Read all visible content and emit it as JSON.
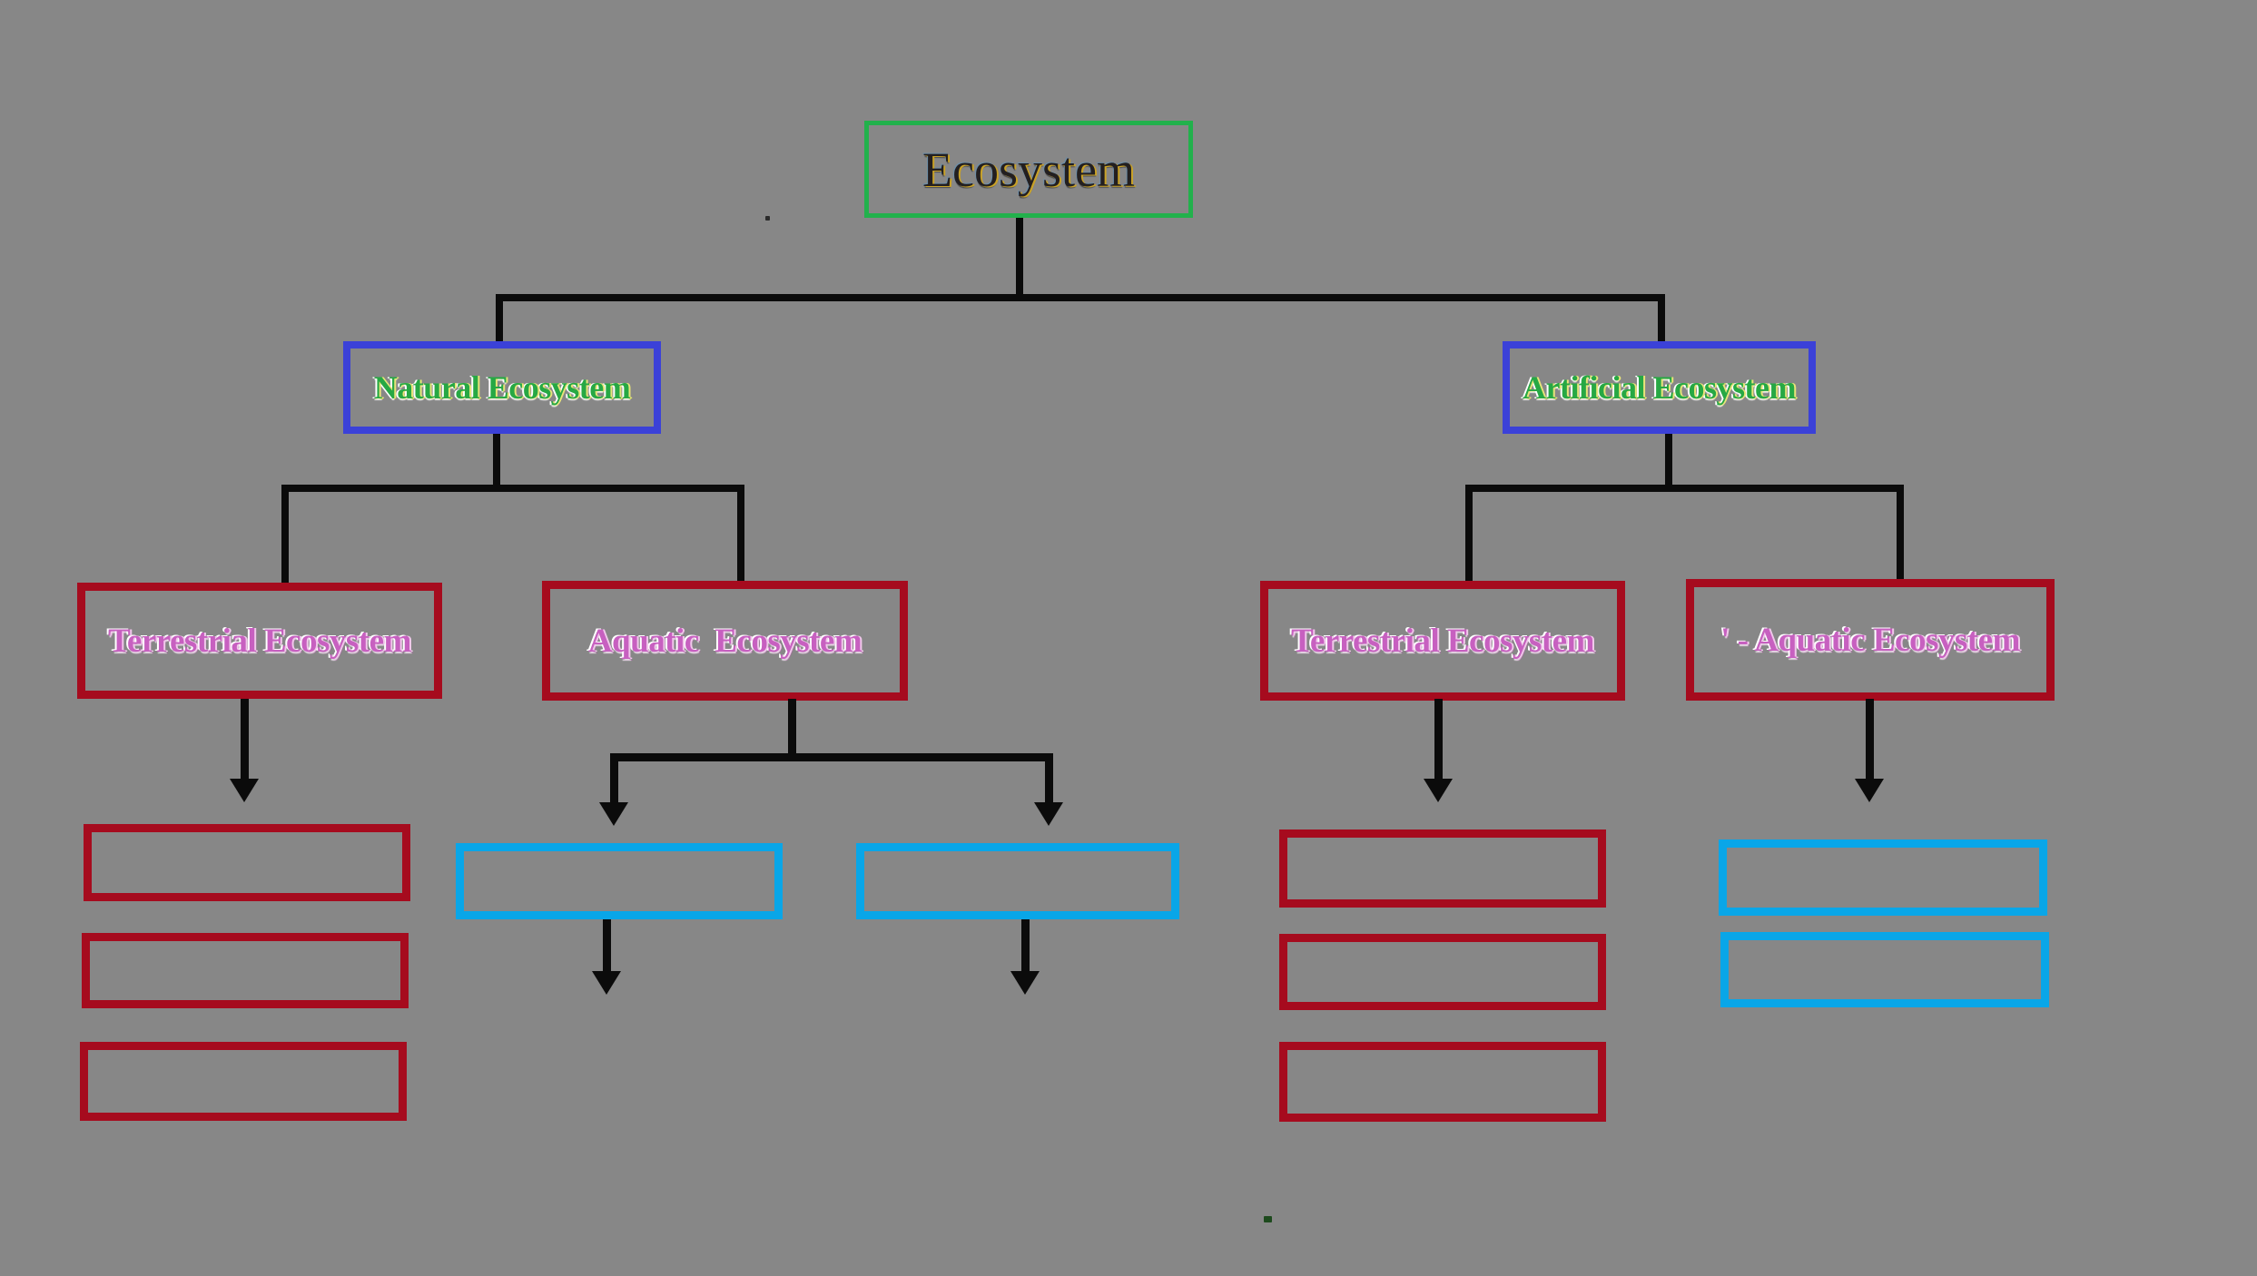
{
  "diagram": {
    "title": "Ecosystem Hierarchy Diagram",
    "background_color": "#878787",
    "palette": {
      "green_border": "#22b14c",
      "blue_border": "#3b41d8",
      "dark_red_border": "#a60b1e",
      "cyan_border": "#09a6e8",
      "connector": "#0b0b0b",
      "root_text": "#231f20",
      "level2_text": "#27a844",
      "level3_text": "#c760c0"
    },
    "root": {
      "label": "Ecosystem"
    },
    "level2": [
      {
        "label": "Natural Ecosystem"
      },
      {
        "label": "Artificial Ecosystem"
      }
    ],
    "level3": [
      {
        "label": "Terrestrial Ecosystem"
      },
      {
        "label": "Aquatic  Ecosystem"
      },
      {
        "label": "Terrestrial Ecosystem"
      },
      {
        "label": "' - Aquatic Ecosystem"
      }
    ],
    "leaves": {
      "natural_terrestrial": [
        "",
        "",
        ""
      ],
      "natural_aquatic": [
        "",
        ""
      ],
      "artificial_terrestrial": [
        "",
        "",
        ""
      ],
      "artificial_aquatic": [
        "",
        ""
      ]
    },
    "specks": [
      {
        "name": "speck-upper-left",
        "color": "#2b2b2b"
      },
      {
        "name": "speck-lower-center",
        "color": "#1d4a1d"
      }
    ]
  }
}
